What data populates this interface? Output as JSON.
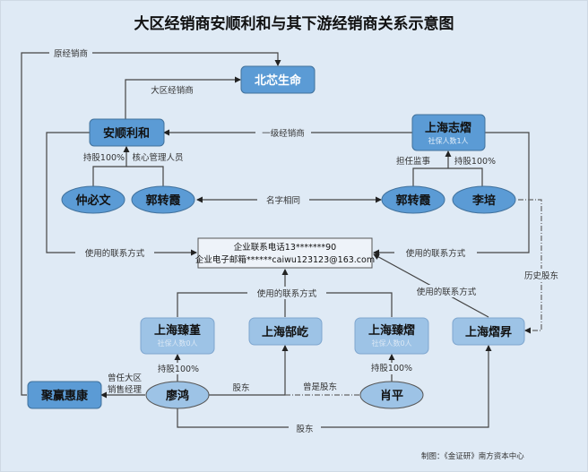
{
  "title": "大区经销商安顺利和与其下游经销商关系示意图",
  "colors": {
    "background": "#dfeaf5",
    "dark_box": "#5b9bd5",
    "light_box": "#9dc3e6",
    "light_box_subtext": "#dbe8f5",
    "dark_box_subtext": "#e6f0fa",
    "line": "#444444"
  },
  "nodes": {
    "beixin": {
      "label": "北芯生命"
    },
    "anshun": {
      "label": "安顺利和"
    },
    "zhixi": {
      "label": "上海志熠",
      "sub": "社保人数1人"
    },
    "zhongbiwen": {
      "label": "仲必文"
    },
    "guozhuanxia_left": {
      "label": "郭转霞"
    },
    "guozhuanxia_right": {
      "label": "郭转霞"
    },
    "lipei": {
      "label": "李培"
    },
    "contact": {
      "line1": "企业联系电话13*******90",
      "line2": "企业电子邮箱******caiwu123123@163.com"
    },
    "zhenjin": {
      "label": "上海臻堇",
      "sub": "社保人数0人"
    },
    "gaoyi": {
      "label": "上海郜屹"
    },
    "zhenxi": {
      "label": "上海臻熠",
      "sub": "社保人数0人"
    },
    "xisheng": {
      "label": "上海熠昇"
    },
    "juying": {
      "label": "聚赢惠康"
    },
    "liaohong": {
      "label": "廖鸿"
    },
    "xiaoping": {
      "label": "肖平"
    }
  },
  "edges": {
    "former_dealer": "原经销商",
    "regional_dealer": "大区经销商",
    "tier1_dealer": "一级经销商",
    "hold_100_a": "持股100%",
    "core_mgmt": "核心管理人员",
    "supervisor": "担任监事",
    "hold_100_b": "持股100%",
    "same_name": "名字相同",
    "contact_left": "使用的联系方式",
    "contact_right": "使用的联系方式",
    "contact_bottom": "使用的联系方式",
    "contact_xisheng": "使用的联系方式",
    "historic_shareholder": "历史股东",
    "hold_100_c": "持股100%",
    "hold_100_d": "持股100%",
    "former_manager_1": "曾任大区",
    "former_manager_2": "销售经理",
    "shareholder_a": "股东",
    "former_shareholder": "曾是股东",
    "shareholder_b": "股东"
  },
  "credit": "制图：《金证研》南方资本中心"
}
